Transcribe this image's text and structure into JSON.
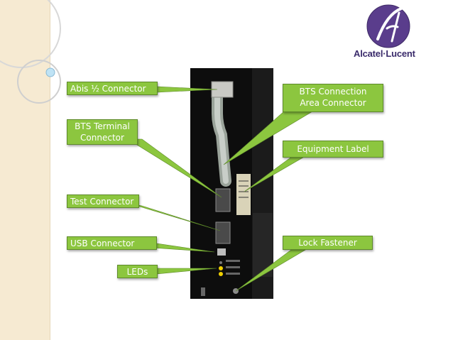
{
  "slide": {
    "logo": {
      "brand_text": "Alcatel·Lucent",
      "mark_color": "#5a3d8c"
    },
    "colors": {
      "label_fill": "#8cc63f",
      "label_border": "#5e8a2a",
      "strip": "#f6ead2"
    },
    "labels": {
      "abis": "Abis ½ Connector",
      "bts_terminal_line1": "BTS Terminal",
      "bts_terminal_line2": "Connector",
      "test": "Test Connector",
      "usb": "USB Connector",
      "leds": "LEDs",
      "bts_connection_line1": "BTS Connection",
      "bts_connection_line2": "Area Connector",
      "equipment": "Equipment Label",
      "lock": "Lock Fastener"
    }
  }
}
